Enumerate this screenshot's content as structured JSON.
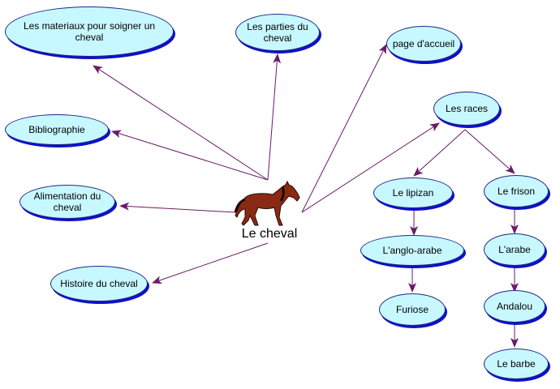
{
  "center": {
    "label": "Le cheval",
    "icon": "horse-icon"
  },
  "colors": {
    "node_fill": "#c8f8ff",
    "node_border": "#1a2a8a",
    "node_shadow": "#1010c8",
    "edge": "#6a1a6a"
  },
  "nodes": [
    {
      "id": "materiaux",
      "label": "Les materiaux pour soigner un cheval"
    },
    {
      "id": "parties",
      "label": "Les parties du cheval"
    },
    {
      "id": "accueil",
      "label": "page d'accueil"
    },
    {
      "id": "biblio",
      "label": "Bibliographie"
    },
    {
      "id": "races",
      "label": "Les races"
    },
    {
      "id": "alimentation",
      "label": "Alimentation du cheval"
    },
    {
      "id": "lipizan",
      "label": "Le lipizan"
    },
    {
      "id": "frison",
      "label": "Le frison"
    },
    {
      "id": "anglo",
      "label": "L'anglo-arabe"
    },
    {
      "id": "arabe",
      "label": "L'arabe"
    },
    {
      "id": "histoire",
      "label": "Histoire du cheval"
    },
    {
      "id": "furiose",
      "label": "Furiose"
    },
    {
      "id": "andalou",
      "label": "Andalou"
    },
    {
      "id": "barbe",
      "label": "Le barbe"
    }
  ]
}
